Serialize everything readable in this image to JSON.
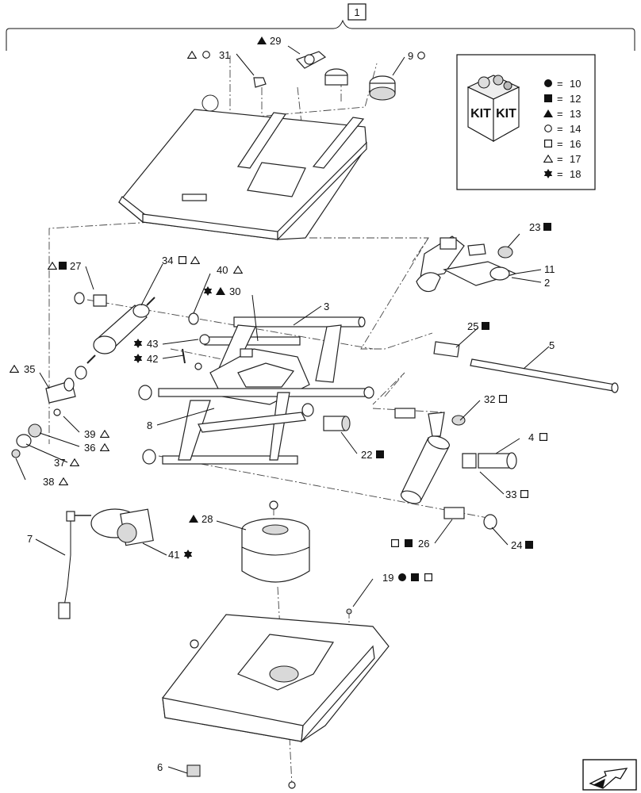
{
  "diagram": {
    "callout_main": "1",
    "kit_box": {
      "kit_word_left": "KIT",
      "kit_word_right": "KIT",
      "legend": [
        {
          "symbol": "filled-circle",
          "eq": "=",
          "num": "10"
        },
        {
          "symbol": "filled-square",
          "eq": "=",
          "num": "12"
        },
        {
          "symbol": "filled-triangle",
          "eq": "=",
          "num": "13"
        },
        {
          "symbol": "open-circle",
          "eq": "=",
          "num": "14"
        },
        {
          "symbol": "open-square",
          "eq": "=",
          "num": "16"
        },
        {
          "symbol": "open-triangle",
          "eq": "=",
          "num": "17"
        },
        {
          "symbol": "filled-star",
          "eq": "=",
          "num": "18"
        }
      ]
    },
    "labels": {
      "p29": "29",
      "p31": "31",
      "p9": "9",
      "p23": "23",
      "p11": "11",
      "p2": "2",
      "p27": "27",
      "p34": "34",
      "p40": "40",
      "p30": "30",
      "p3": "3",
      "p43": "43",
      "p42": "42",
      "p25": "25",
      "p5": "5",
      "p35": "35",
      "p8": "8",
      "p32": "32",
      "p4": "4",
      "p39": "39",
      "p36": "36",
      "p22": "22",
      "p37": "37",
      "p38": "38",
      "p33": "33",
      "p28": "28",
      "p26": "26",
      "p24": "24",
      "p7": "7",
      "p41": "41",
      "p19": "19",
      "p6": "6"
    }
  }
}
